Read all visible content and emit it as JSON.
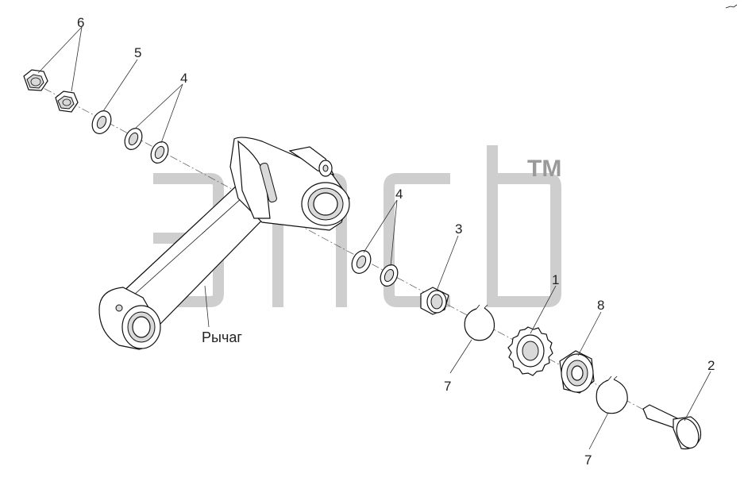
{
  "diagram": {
    "callouts": {
      "c1": "1",
      "c2": "2",
      "c3": "3",
      "c4a": "4",
      "c4b": "4",
      "c5": "5",
      "c6": "6",
      "c7a": "7",
      "c7b": "7",
      "c8": "8"
    },
    "lever_label": "Рычаг",
    "watermark_tm": "TM"
  }
}
